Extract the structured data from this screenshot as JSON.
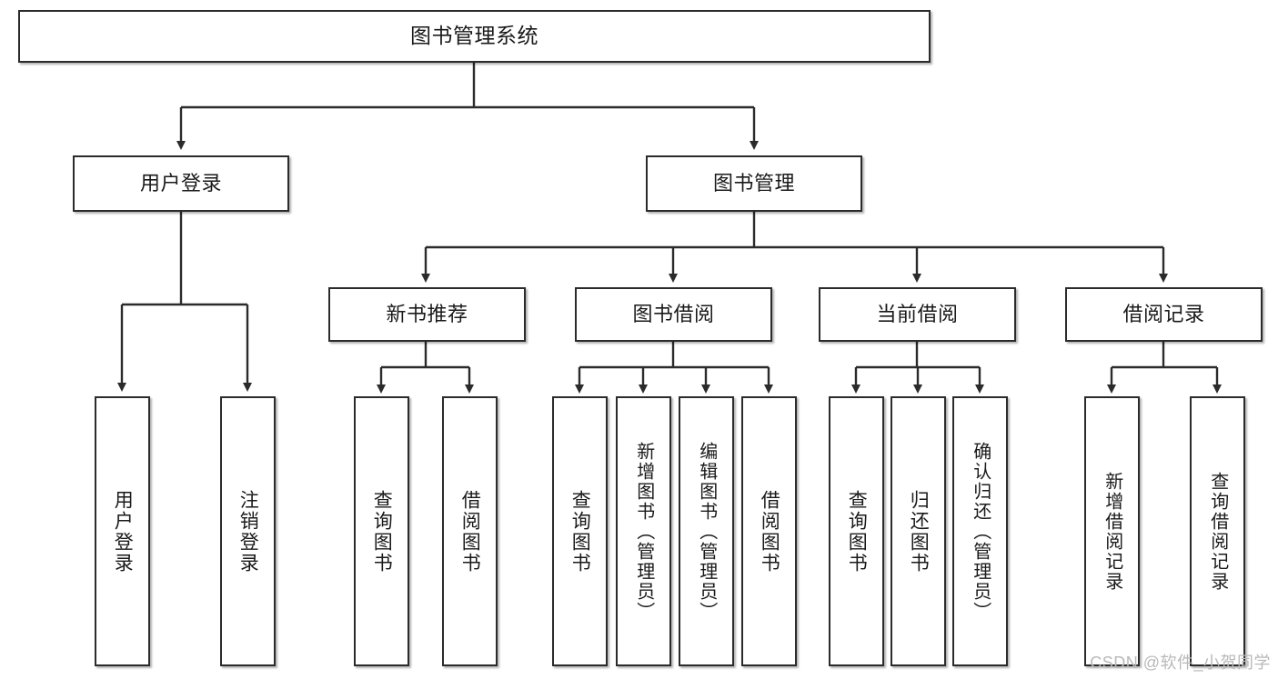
{
  "diagram": {
    "title": "图书管理系统",
    "watermark": "CSDN @软件_小贺同学",
    "line_color": "#2b2b2b",
    "box_fill": "#ffffff",
    "text_color": "#1a1a1a",
    "levels": {
      "root": "图书管理系统",
      "level2": [
        "用户登录",
        "图书管理"
      ],
      "level3": [
        "新书推荐",
        "图书借阅",
        "当前借阅",
        "借阅记录"
      ]
    },
    "nodes": {
      "root": {
        "label": "图书管理系统"
      },
      "user_login": {
        "label": "用户登录"
      },
      "book_manage": {
        "label": "图书管理"
      },
      "new_book_rec": {
        "label": "新书推荐"
      },
      "book_borrow": {
        "label": "图书借阅"
      },
      "current_borrow": {
        "label": "当前借阅"
      },
      "borrow_record": {
        "label": "借阅记录"
      },
      "leaf_user_login": {
        "label": "用户登录"
      },
      "leaf_user_logout": {
        "label": "注销登录"
      },
      "leaf_rec_query": {
        "label": "查询图书"
      },
      "leaf_rec_borrow": {
        "label": "借阅图书"
      },
      "leaf_borrow_query": {
        "label": "查询图书"
      },
      "leaf_borrow_add": {
        "label": "新增图书（管理员）"
      },
      "leaf_borrow_edit": {
        "label": "编辑图书（管理员）"
      },
      "leaf_borrow_lend": {
        "label": "借阅图书"
      },
      "leaf_cur_query": {
        "label": "查询图书"
      },
      "leaf_cur_return": {
        "label": "归还图书"
      },
      "leaf_cur_confirm": {
        "label": "确认归还（管理员）"
      },
      "leaf_rec_add": {
        "label": "新增借阅记录"
      },
      "leaf_rec_query2": {
        "label": "查询借阅记录"
      }
    }
  }
}
